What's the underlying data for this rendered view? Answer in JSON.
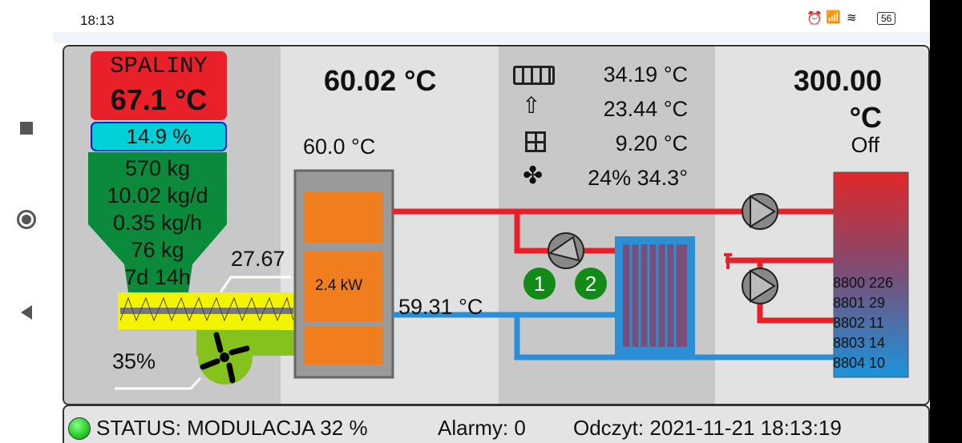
{
  "status_bar": {
    "time": "18:13",
    "battery": "56"
  },
  "flue": {
    "label": "SPALINY",
    "temp": "67.1 °C",
    "oxygen": "14.9 %"
  },
  "hopper": {
    "lines": [
      "570 kg",
      "10.02 kg/d",
      "0.35 kg/h",
      "76 kg",
      "7d 14h"
    ]
  },
  "feeder": {
    "value": "27.67",
    "fan": "35%"
  },
  "boiler": {
    "temp_main": "60.02 °C",
    "temp_set": "60.0 °C",
    "power": "2.4 kW",
    "return_temp": "59.31 °C"
  },
  "circuit": {
    "rows": [
      {
        "icon": "radiator-icon",
        "value": "34.19 °C"
      },
      {
        "icon": "house-icon",
        "value": "23.44 °C"
      },
      {
        "icon": "window-icon",
        "value": "9.20 °C"
      },
      {
        "icon": "fan-icon",
        "value": "24% 34.3°"
      }
    ],
    "pump1": "1",
    "pump2": "2"
  },
  "dhw": {
    "temp_value": "300.00",
    "temp_unit": "°C",
    "state": "Off",
    "tank_lines": [
      "8800 226",
      "8801 29",
      "8802 11",
      "8803 14",
      "8804 10"
    ]
  },
  "footer": {
    "status": "STATUS: MODULACJA 32 %",
    "alarms": "Alarmy: 0",
    "reading": "Odczyt: 2021-11-21 18:13:19"
  },
  "colors": {
    "hot": "#e8202a",
    "cold": "#2a8fd6",
    "hopper": "#0a8a3a",
    "flue": "#e8202a",
    "oxygen": "#00d0d8",
    "feeder": "#f4f400",
    "status_ok": "#22cc22"
  }
}
